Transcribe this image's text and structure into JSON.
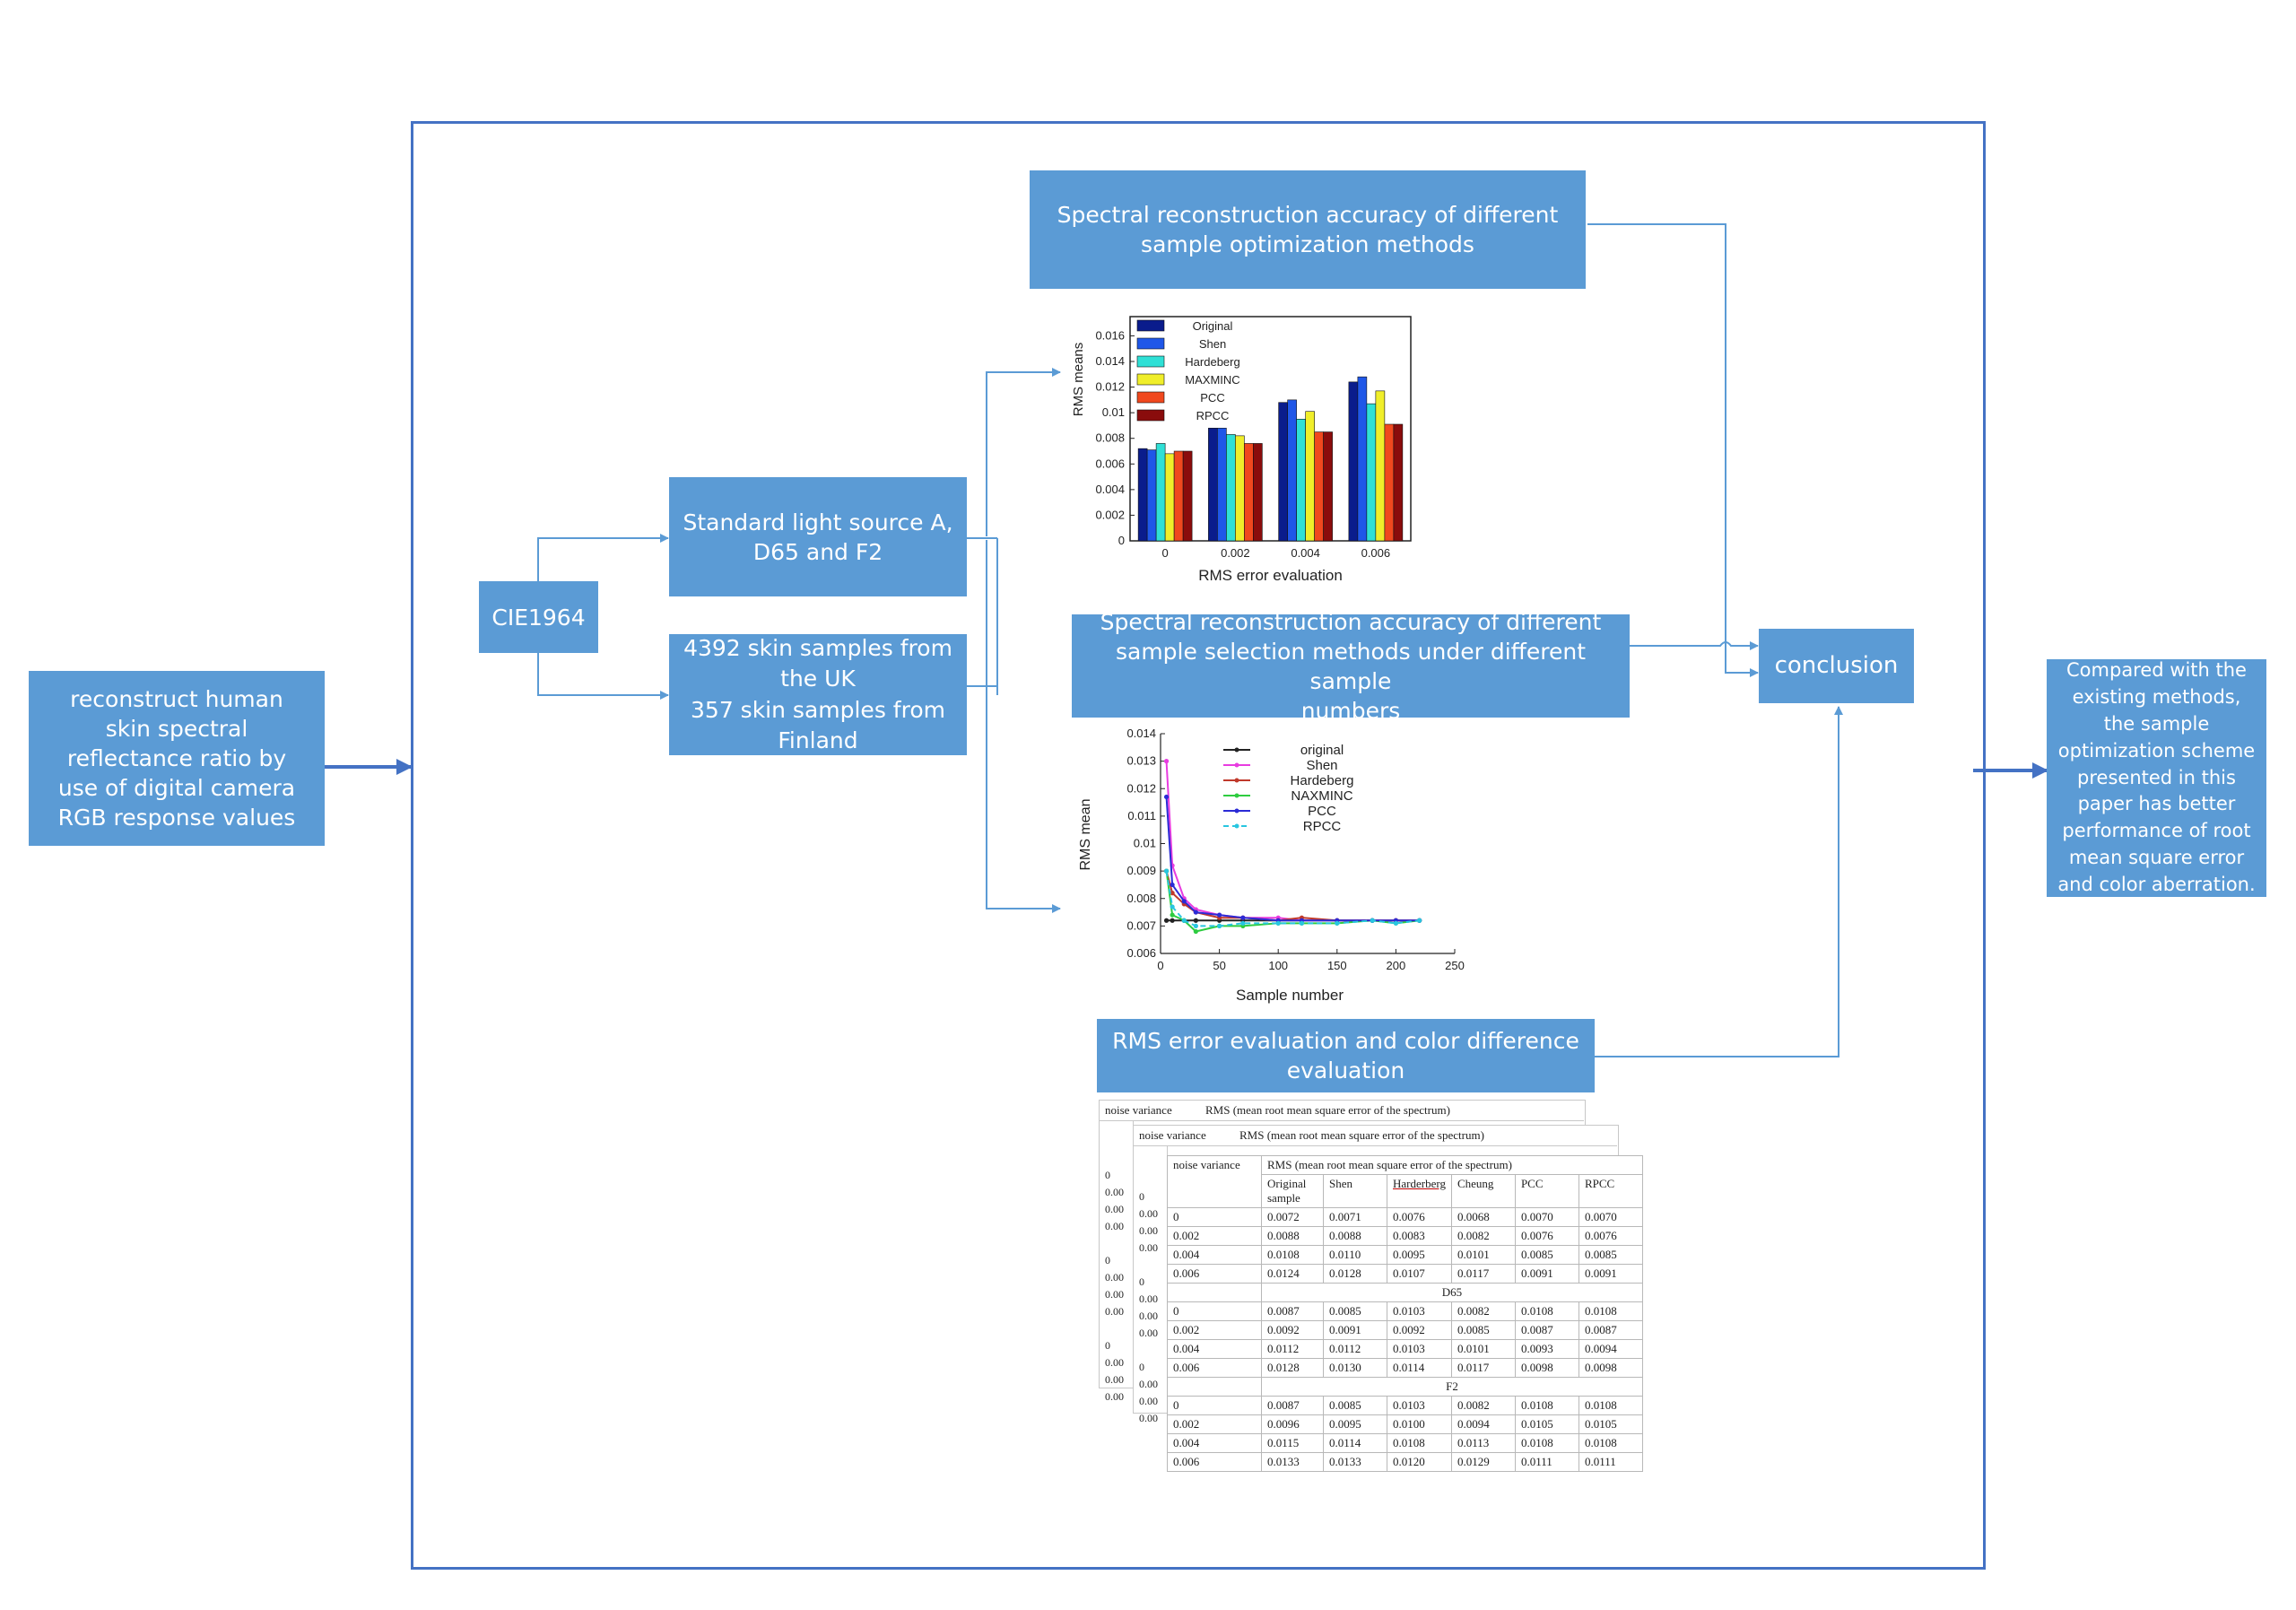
{
  "boxes": {
    "input": "reconstruct human skin spectral reflectance ratio by use of digital camera RGB response values",
    "cie": "CIE1964",
    "light": "Standard light source A,\nD65 and F2",
    "skin": "4392 skin samples from\nthe UK\n357 skin samples from\nFinland",
    "opt_title": "Spectral reconstruction accuracy of different\nsample optimization methods",
    "sel_title": "Spectral reconstruction accuracy of different\nsample selection methods under different sample\nnumbers",
    "rms_title": "RMS error evaluation and color difference\nevaluation",
    "conclusion": "conclusion",
    "output": "Compared with the existing methods, the sample optimization scheme presented in this paper has better performance of root mean square error and color aberration."
  },
  "colors": {
    "box": "#5b9bd5",
    "frame": "#4472c4",
    "arrow": "#5b9bd5"
  },
  "chart_data": [
    {
      "type": "bar",
      "xlabel": "RMS error evaluation",
      "ylabel": "RMS means",
      "categories": [
        "0",
        "0.002",
        "0.004",
        "0.006"
      ],
      "ylim": [
        0,
        0.0175
      ],
      "yticks": [
        "0",
        "0.002",
        "0.004",
        "0.006",
        "0.008",
        "0.01",
        "0.012",
        "0.014",
        "0.016"
      ],
      "legend_position": "top-left",
      "series": [
        {
          "name": "Original",
          "color": "#0a1c8c",
          "values": [
            0.0072,
            0.0088,
            0.0108,
            0.0124
          ]
        },
        {
          "name": "Shen",
          "color": "#1f57e8",
          "values": [
            0.0071,
            0.0088,
            0.011,
            0.0128
          ]
        },
        {
          "name": "Hardeberg",
          "color": "#2fe0d6",
          "values": [
            0.0076,
            0.0083,
            0.0095,
            0.0107
          ]
        },
        {
          "name": "MAXMINC",
          "color": "#f0ee2a",
          "values": [
            0.0068,
            0.0082,
            0.0101,
            0.0117
          ]
        },
        {
          "name": "PCC",
          "color": "#f0481e",
          "values": [
            0.007,
            0.0076,
            0.0085,
            0.0091
          ]
        },
        {
          "name": "RPCC",
          "color": "#8a0c0c",
          "values": [
            0.007,
            0.0076,
            0.0085,
            0.0091
          ]
        }
      ]
    },
    {
      "type": "line",
      "xlabel": "Sample number",
      "ylabel": "RMS mean",
      "xlim": [
        0,
        250
      ],
      "ylim": [
        0.006,
        0.014
      ],
      "xticks": [
        "0",
        "50",
        "100",
        "150",
        "200",
        "250"
      ],
      "yticks": [
        "0.006",
        "0.007",
        "0.008",
        "0.009",
        "0.01",
        "0.011",
        "0.012",
        "0.013",
        "0.014"
      ],
      "legend_position": "top",
      "x": [
        5,
        10,
        20,
        30,
        50,
        70,
        100,
        120,
        150,
        180,
        200,
        220
      ],
      "series": [
        {
          "name": "original",
          "color": "#222222",
          "values": [
            0.0072,
            0.0072,
            0.0072,
            0.0072,
            0.0072,
            0.0072,
            0.0072,
            0.0072,
            0.0072,
            0.0072,
            0.0072,
            0.0072
          ]
        },
        {
          "name": "Shen",
          "color": "#e83ce0",
          "values": [
            0.013,
            0.0092,
            0.008,
            0.0076,
            0.0074,
            0.0073,
            0.0073,
            0.0072,
            0.0072,
            0.0072,
            0.0072,
            0.0072
          ]
        },
        {
          "name": "Hardeberg",
          "color": "#c0392b",
          "values": [
            0.009,
            0.0082,
            0.0078,
            0.0075,
            0.0073,
            0.0073,
            0.0072,
            0.0073,
            0.0072,
            0.0072,
            0.0072,
            0.0072
          ]
        },
        {
          "name": "NAXMINC",
          "color": "#2ecc40",
          "values": [
            0.009,
            0.0074,
            0.0072,
            0.0068,
            0.007,
            0.007,
            0.0071,
            0.0071,
            0.0071,
            0.0072,
            0.0071,
            0.0072
          ]
        },
        {
          "name": "PCC",
          "color": "#2b2bd6",
          "values": [
            0.0117,
            0.0085,
            0.0079,
            0.0075,
            0.0074,
            0.0073,
            0.0072,
            0.0072,
            0.0072,
            0.0072,
            0.0072,
            0.0072
          ]
        },
        {
          "name": "RPCC",
          "color": "#28c6e0",
          "values": [
            0.009,
            0.0077,
            0.0072,
            0.007,
            0.007,
            0.0071,
            0.0071,
            0.0071,
            0.0071,
            0.0072,
            0.0071,
            0.0072
          ]
        }
      ]
    },
    {
      "type": "table",
      "header_left": "noise variance",
      "header_span": "RMS (mean root mean square error of the spectrum)",
      "columns": [
        "Original sample",
        "Shen",
        "Harderberg",
        "Cheung",
        "PCC",
        "RPCC"
      ],
      "groups": [
        {
          "label": "",
          "rows": [
            [
              "0",
              "0.0072",
              "0.0071",
              "0.0076",
              "0.0068",
              "0.0070",
              "0.0070"
            ],
            [
              "0.002",
              "0.0088",
              "0.0088",
              "0.0083",
              "0.0082",
              "0.0076",
              "0.0076"
            ],
            [
              "0.004",
              "0.0108",
              "0.0110",
              "0.0095",
              "0.0101",
              "0.0085",
              "0.0085"
            ],
            [
              "0.006",
              "0.0124",
              "0.0128",
              "0.0107",
              "0.0117",
              "0.0091",
              "0.0091"
            ]
          ]
        },
        {
          "label": "D65",
          "rows": [
            [
              "0",
              "0.0087",
              "0.0085",
              "0.0103",
              "0.0082",
              "0.0108",
              "0.0108"
            ],
            [
              "0.002",
              "0.0092",
              "0.0091",
              "0.0092",
              "0.0085",
              "0.0087",
              "0.0087"
            ],
            [
              "0.004",
              "0.0112",
              "0.0112",
              "0.0103",
              "0.0101",
              "0.0093",
              "0.0094"
            ],
            [
              "0.006",
              "0.0128",
              "0.0130",
              "0.0114",
              "0.0117",
              "0.0098",
              "0.0098"
            ]
          ]
        },
        {
          "label": "F2",
          "rows": [
            [
              "0",
              "0.0087",
              "0.0085",
              "0.0103",
              "0.0082",
              "0.0108",
              "0.0108"
            ],
            [
              "0.002",
              "0.0096",
              "0.0095",
              "0.0100",
              "0.0094",
              "0.0105",
              "0.0105"
            ],
            [
              "0.004",
              "0.0115",
              "0.0114",
              "0.0108",
              "0.0113",
              "0.0108",
              "0.0108"
            ],
            [
              "0.006",
              "0.0133",
              "0.0133",
              "0.0120",
              "0.0129",
              "0.0111",
              "0.0111"
            ]
          ]
        }
      ],
      "underlined_column": "Harderberg"
    }
  ]
}
